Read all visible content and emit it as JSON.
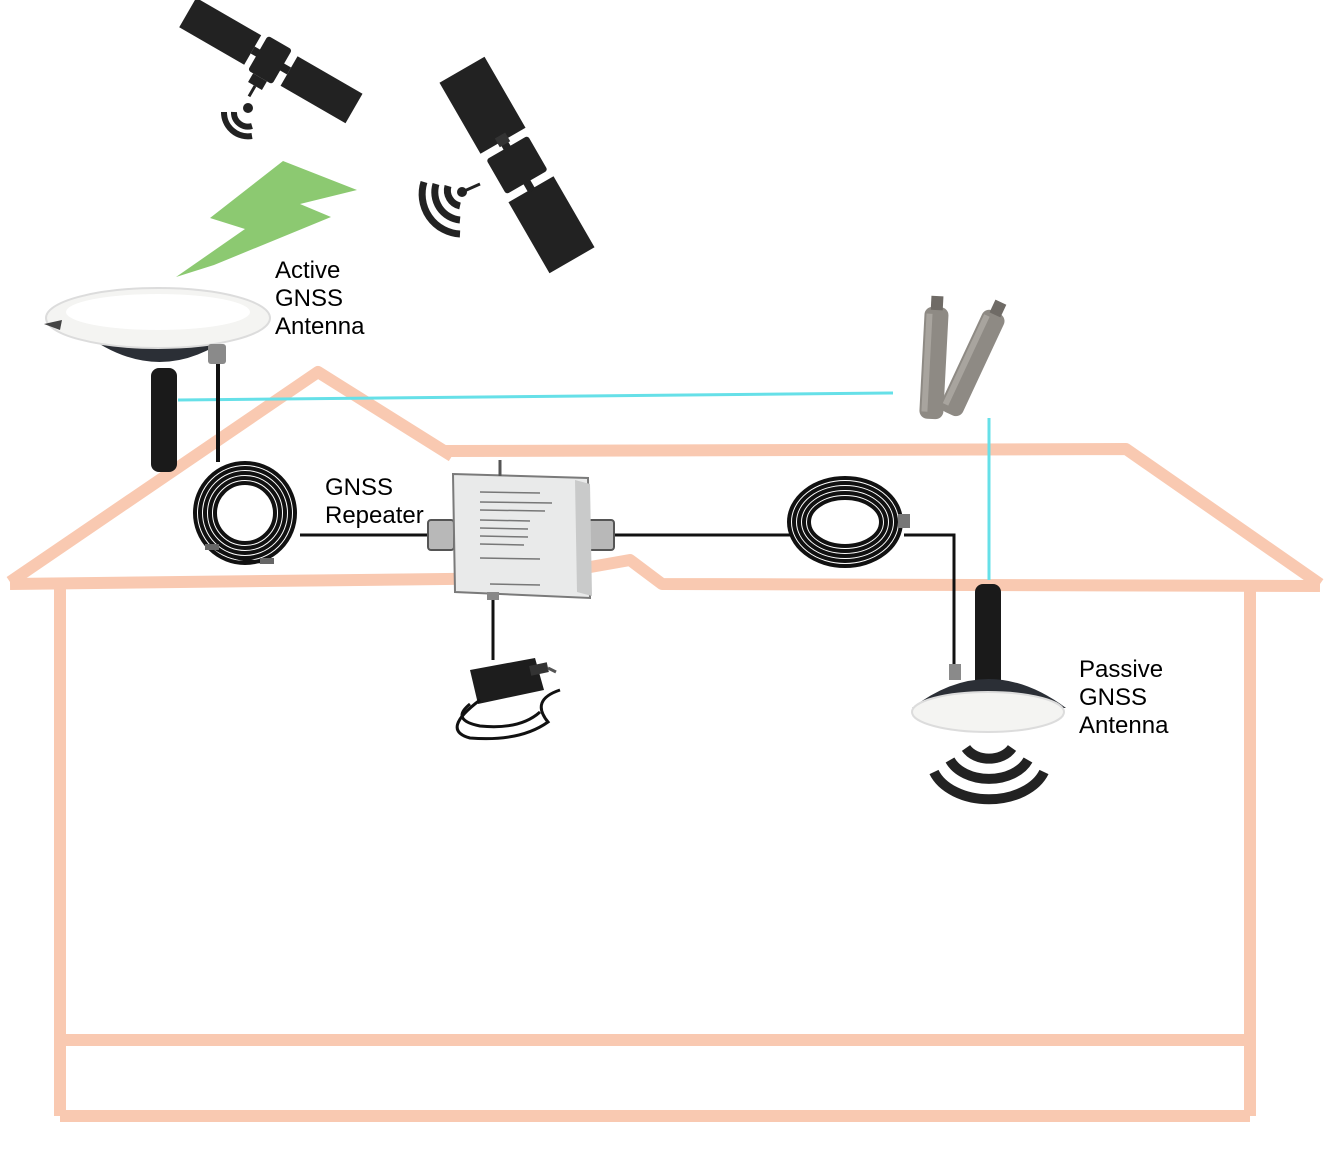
{
  "labels": {
    "active_antenna": "Active\nGNSS\nAntenna",
    "repeater": "GNSS\nRepeater",
    "passive_antenna": "Passive\nGNSS\nAntenna"
  },
  "icons": [
    "satellite-icon",
    "signal-waves-icon",
    "lightning-signal-icon",
    "active-antenna-icon",
    "cable-coil-icon",
    "repeater-box-icon",
    "power-adapter-icon",
    "rod-antenna-icon",
    "passive-antenna-icon",
    "house-outline"
  ],
  "colors": {
    "house": "#f9c9b1",
    "signal_bolt": "#8cc971",
    "guide_line": "#66e0e8",
    "device_dark": "#222222",
    "cable": "#111111",
    "antenna_dome": "#f4f4f2"
  }
}
